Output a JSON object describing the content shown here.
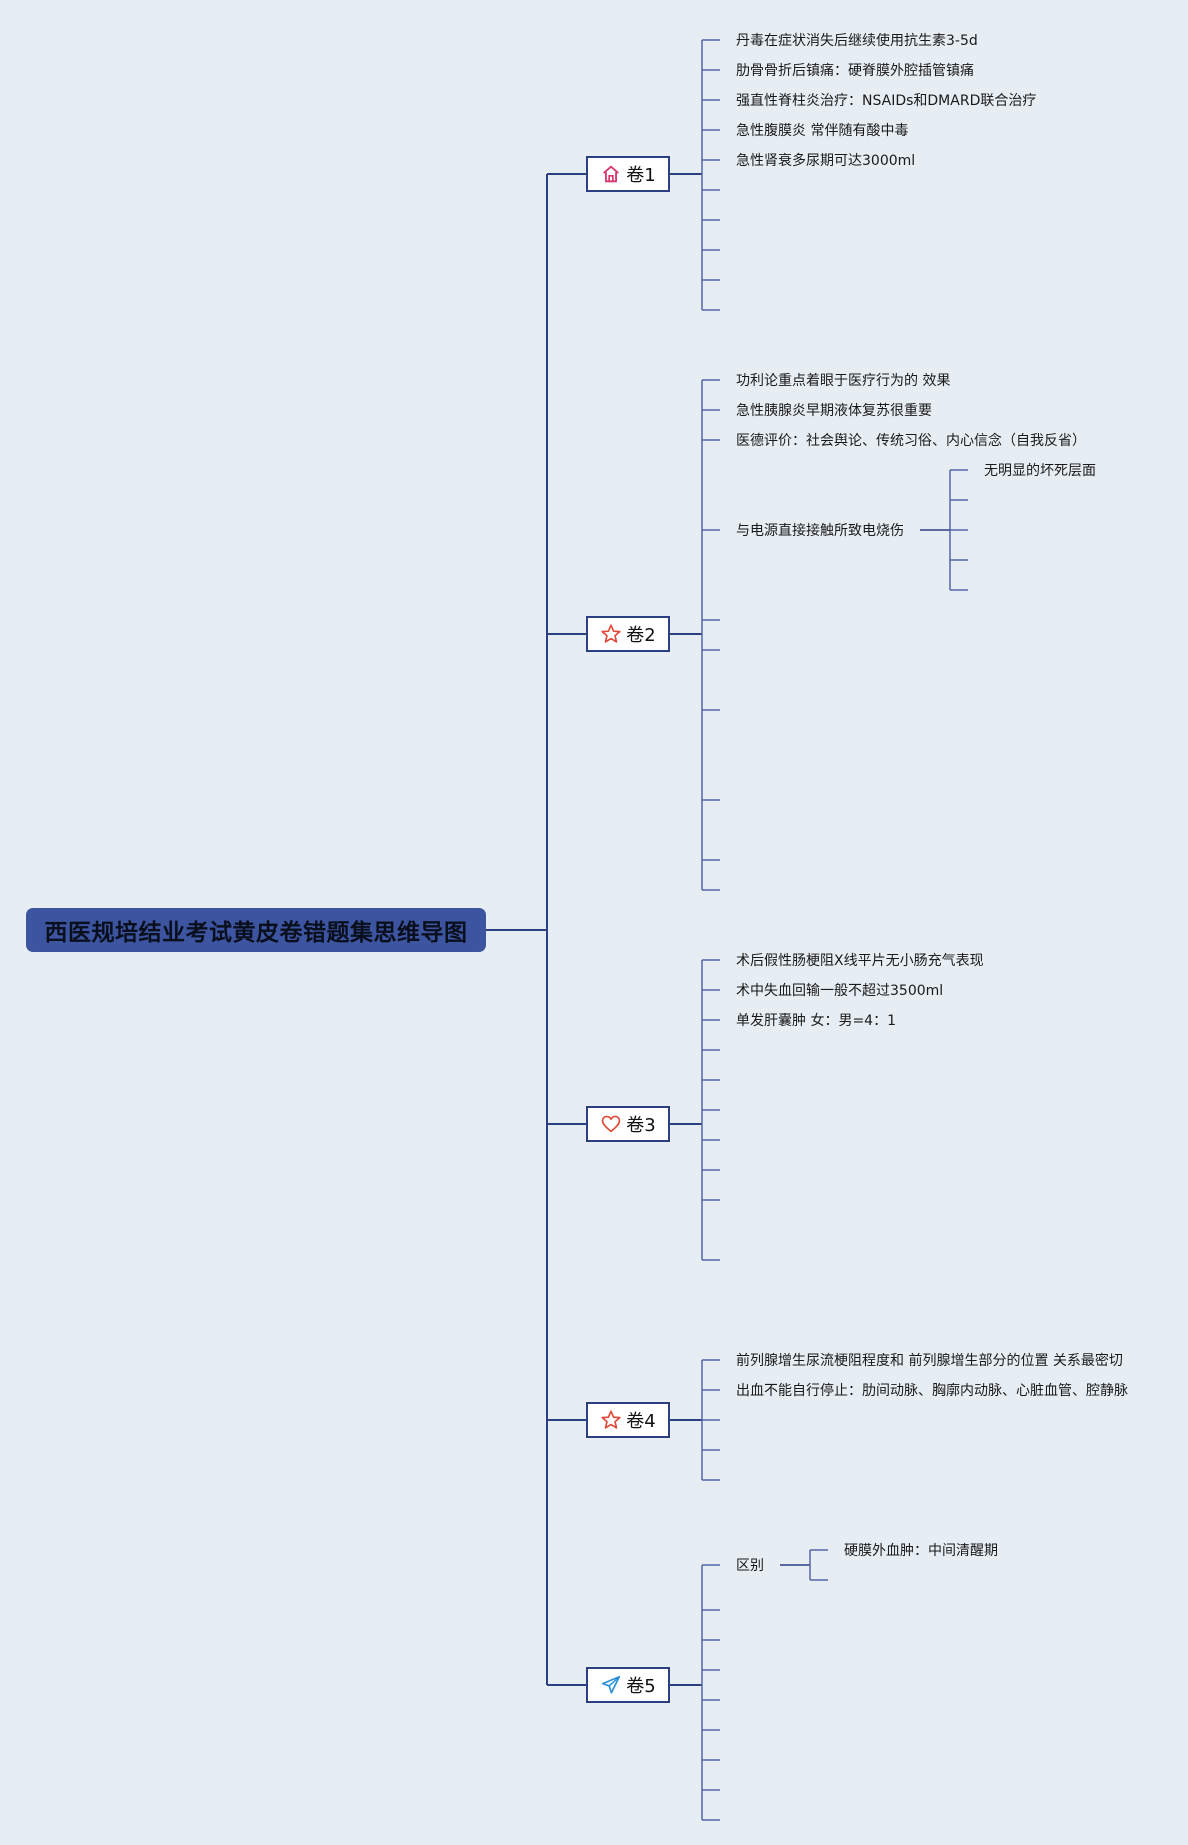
{
  "root": {
    "title": "西医规培结业考试黄皮卷错题集思维导图"
  },
  "volumes": [
    {
      "label": "卷1",
      "icon": "home-icon",
      "items": [
        "丹毒在症状消失后继续使用抗生素3-5d",
        "肋骨骨折后镇痛：硬脊膜外腔插管镇痛",
        "强直性脊柱炎治疗：NSAIDs和DMARD联合治疗",
        "急性腹膜炎 常伴随有酸中毒",
        "急性肾衰多尿期可达3000ml"
      ]
    },
    {
      "label": "卷2",
      "icon": "star-icon",
      "items": [
        "功利论重点着眼于医疗行为的 效果",
        "急性胰腺炎早期液体复苏很重要",
        "医德评价：社会舆论、传统习俗、内心信念（自我反省）",
        "与电源直接接触所致电烧伤"
      ],
      "sub_items": [
        "无明显的坏死层面"
      ]
    },
    {
      "label": "卷3",
      "icon": "heart-icon",
      "items": [
        "术后假性肠梗阻X线平片无小肠充气表现",
        "术中失血回输一般不超过3500ml",
        "单发肝囊肿 女：男=4：1"
      ]
    },
    {
      "label": "卷4",
      "icon": "star-icon",
      "items": [
        "前列腺增生尿流梗阻程度和 前列腺增生部分的位置 关系最密切",
        "出血不能自行停止：肋间动脉、胸廓内动脉、心脏血管、腔静脉"
      ]
    },
    {
      "label": "卷5",
      "icon": "paper-plane-icon",
      "items": [
        "区别"
      ],
      "sub_items": [
        "硬膜外血肿：中间清醒期"
      ]
    }
  ],
  "colors": {
    "background": "#e7eef3",
    "root_fill": "#3d55a0",
    "line_main": "#2b3f82",
    "line_branch": "#5566a8",
    "icon_red": "#e04a3a",
    "icon_pink": "#d6376a",
    "icon_blue": "#2a8fd6"
  }
}
